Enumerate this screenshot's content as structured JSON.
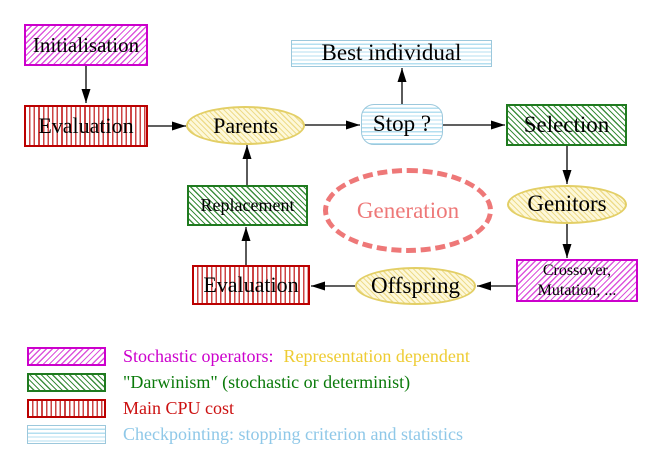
{
  "figure": {
    "title_hint": "Evolutionary algorithm generation loop",
    "nodes": {
      "initialisation": {
        "label": "Initialisation",
        "category": "stochastic-operators"
      },
      "evaluation_initial": {
        "label": "Evaluation",
        "category": "main-cpu-cost"
      },
      "parents": {
        "label": "Parents",
        "category": "population"
      },
      "best_individual": {
        "label": "Best individual",
        "category": "checkpointing"
      },
      "stop": {
        "label": "Stop ?",
        "category": "checkpointing"
      },
      "selection": {
        "label": "Selection",
        "category": "darwinism"
      },
      "genitors": {
        "label": "Genitors",
        "category": "population"
      },
      "crossover_mutation": {
        "line1": "Crossover,",
        "line2": "Mutation, ...",
        "category": "stochastic-operators"
      },
      "offspring": {
        "label": "Offspring",
        "category": "population"
      },
      "evaluation_loop": {
        "label": "Evaluation",
        "category": "main-cpu-cost"
      },
      "replacement": {
        "label": "Replacement",
        "category": "darwinism"
      },
      "generation": {
        "label": "Generation",
        "category": "annotation"
      }
    },
    "edges": [
      {
        "from": "initialisation",
        "to": "evaluation_initial"
      },
      {
        "from": "evaluation_initial",
        "to": "parents"
      },
      {
        "from": "parents",
        "to": "stop"
      },
      {
        "from": "stop",
        "to": "best_individual"
      },
      {
        "from": "stop",
        "to": "selection"
      },
      {
        "from": "selection",
        "to": "genitors"
      },
      {
        "from": "genitors",
        "to": "crossover_mutation"
      },
      {
        "from": "crossover_mutation",
        "to": "offspring"
      },
      {
        "from": "offspring",
        "to": "evaluation_loop"
      },
      {
        "from": "evaluation_loop",
        "to": "replacement"
      },
      {
        "from": "replacement",
        "to": "parents"
      }
    ]
  },
  "legend": {
    "items": [
      {
        "swatch": "magenta-diagonal-hatch",
        "label": "Stochastic operators:",
        "label_suffix": "Representation dependent",
        "label_color": "#cc00cc",
        "suffix_color": "#eecc33"
      },
      {
        "swatch": "green-diagonal-hatch",
        "label": "\"Darwinism\" (stochastic or determinist)",
        "label_color": "#0a7a0a"
      },
      {
        "swatch": "red-vertical-lines",
        "label": "Main CPU cost",
        "label_color": "#cc1111"
      },
      {
        "swatch": "cyan-horizontal-lines",
        "label": "Checkpointing: stopping criterion and statistics",
        "label_color": "#8fc8e8"
      }
    ]
  },
  "colors": {
    "magenta_border": "#cc00cc",
    "red_border": "#bb0000",
    "green_border": "#1f7a1f",
    "yellow_border": "#e3cf66",
    "cyan_border": "#9cc8dc",
    "generation_dash": "#ee7878",
    "arrow": "#000000",
    "background": "#ffffff"
  }
}
